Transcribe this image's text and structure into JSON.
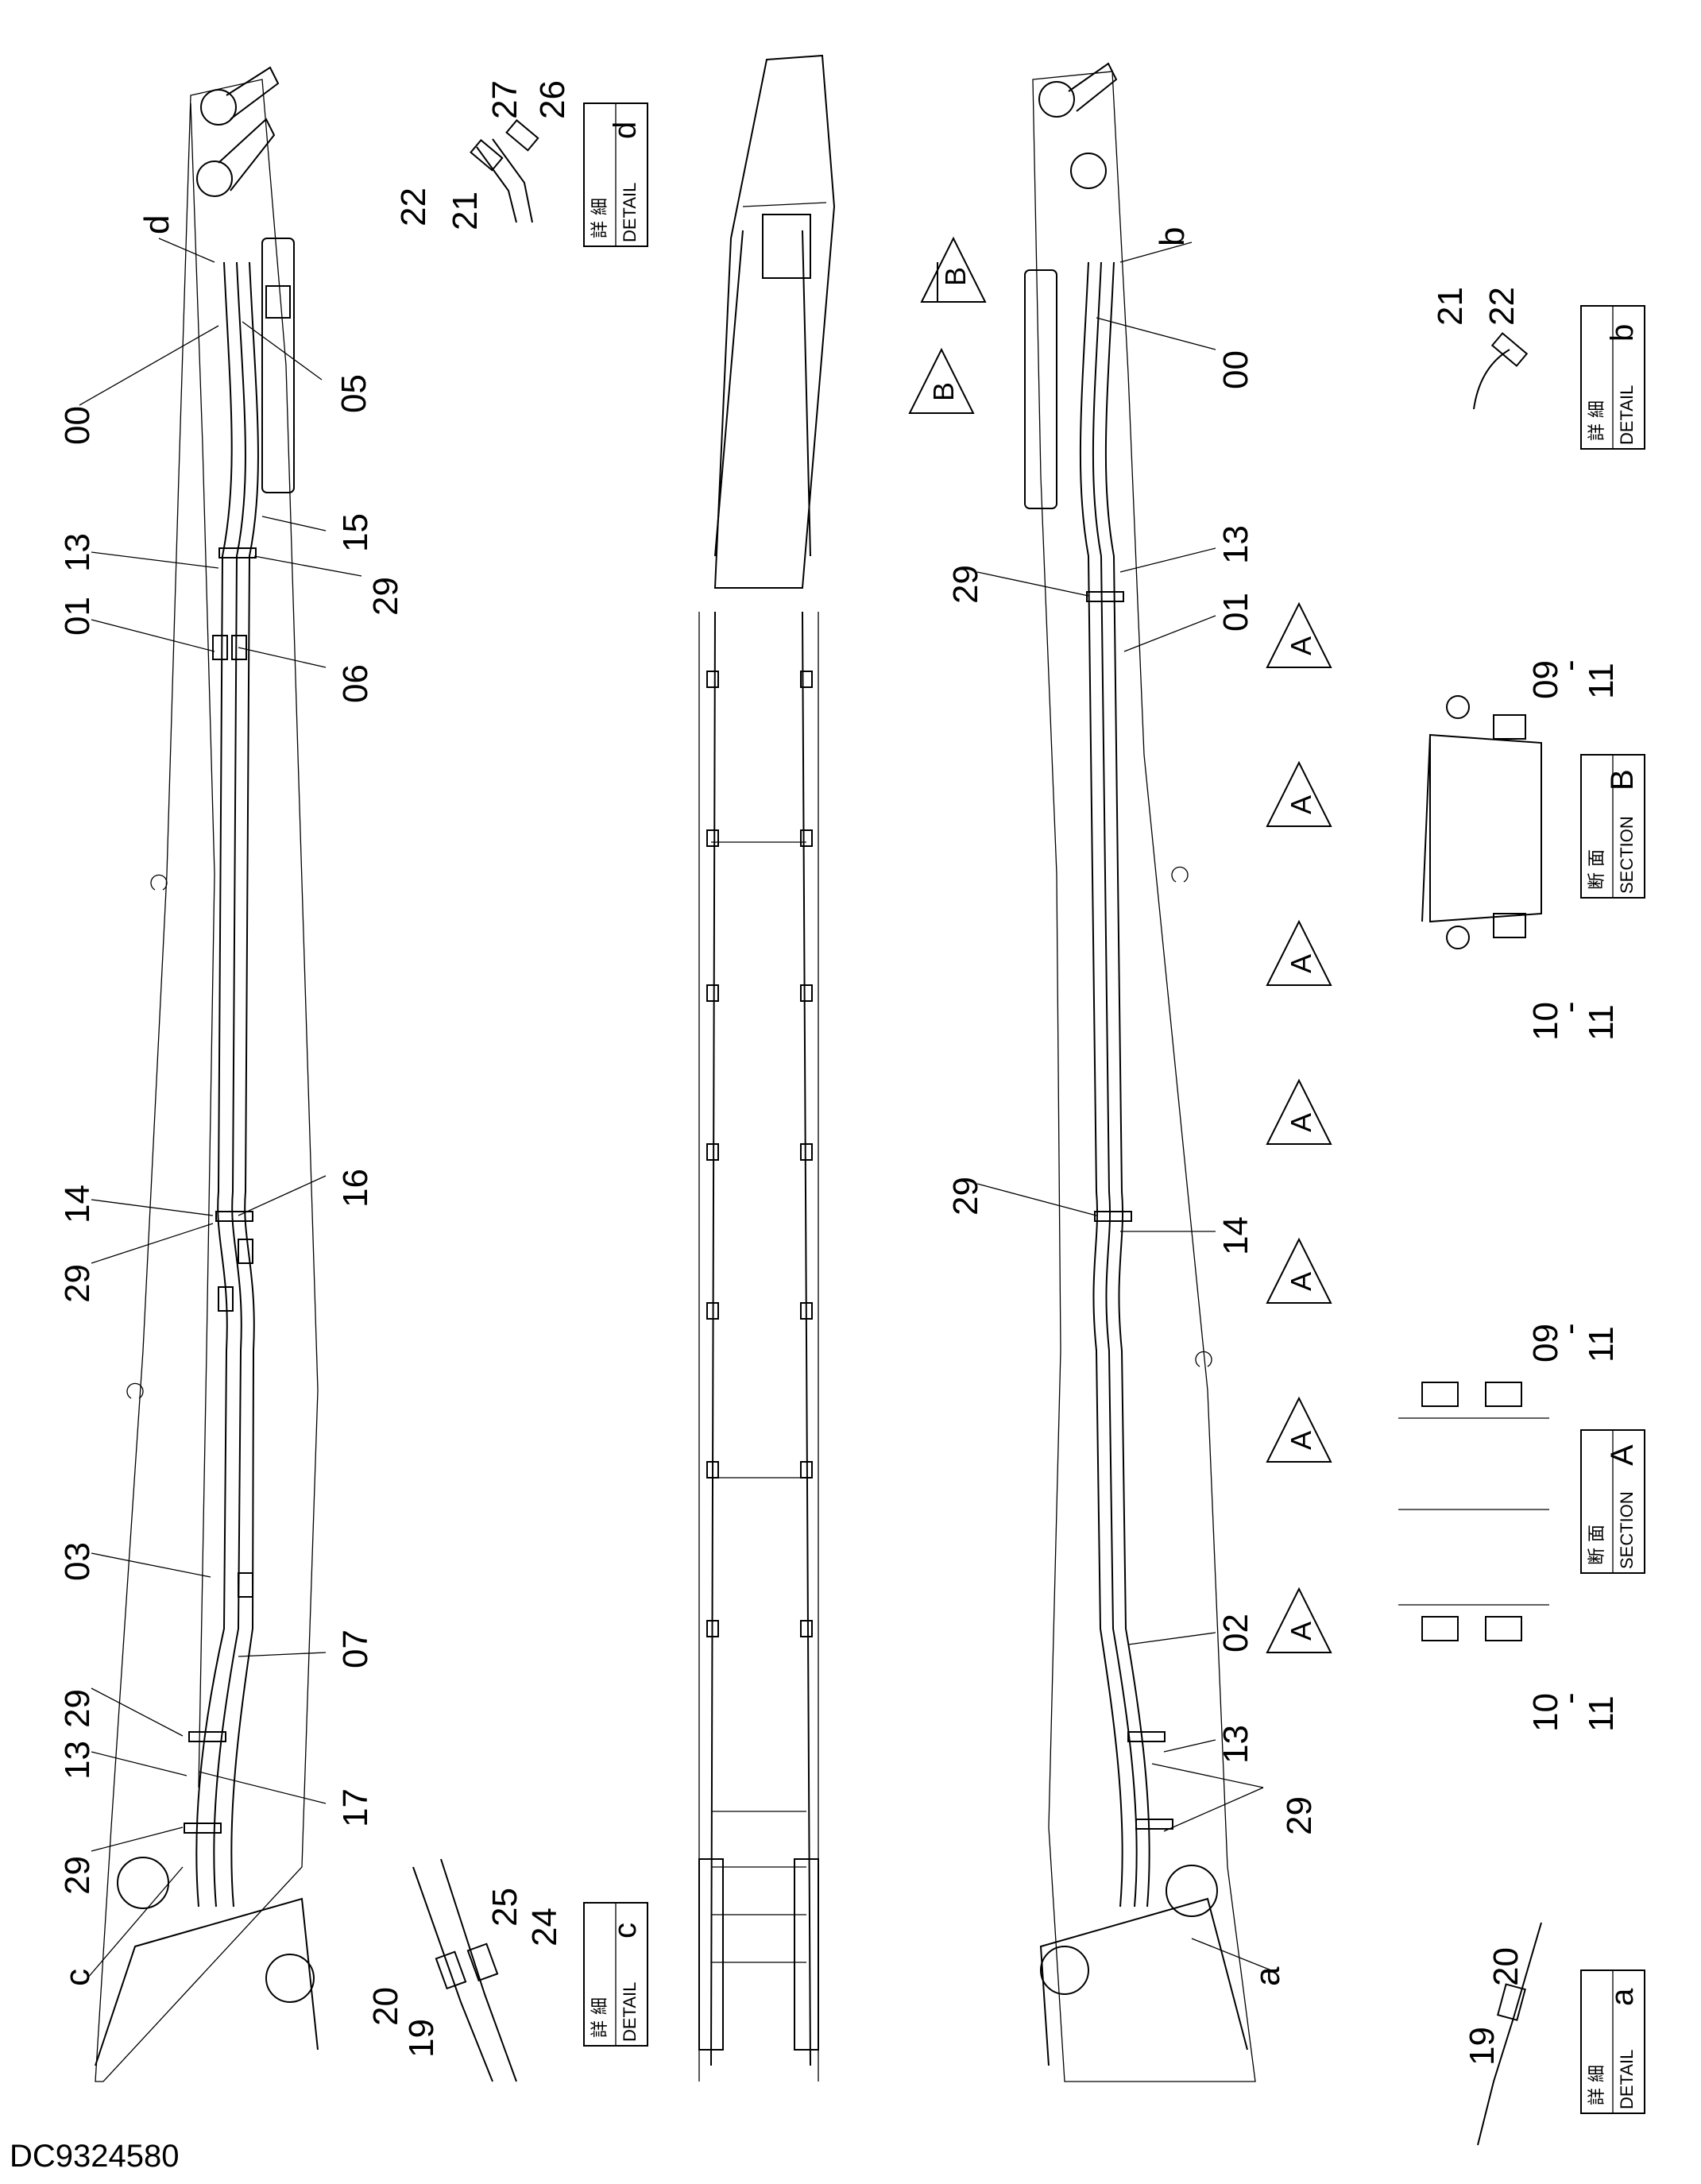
{
  "document_number": "DC9324580",
  "callouts": {
    "c00_left": "00",
    "c05": "05",
    "c13_top_left": "13",
    "c15": "15",
    "c29_top_left": "29",
    "c01_left": "01",
    "c06": "06",
    "c14_left": "14",
    "c16": "16",
    "c29_mid_left": "29",
    "c03": "03",
    "c07": "07",
    "c29_bot_left_a": "29",
    "c13_bot_left": "13",
    "c17": "17",
    "c29_bot_left_b": "29",
    "c_left": "c",
    "d_left": "d",
    "c00_right": "00",
    "b_right": "b",
    "c13_top_right": "13",
    "c29_top_right": "29",
    "c01_right": "01",
    "c29_mid_right": "29",
    "c14_right": "14",
    "c02": "02",
    "c13_bot_right": "13",
    "c29_bot_right": "29",
    "a_right": "a"
  },
  "detail_d": {
    "kanji": "詳 細",
    "word": "DETAIL",
    "letter": "d",
    "parts": [
      "22",
      "21",
      "27",
      "26"
    ]
  },
  "detail_b": {
    "kanji": "詳 細",
    "word": "DETAIL",
    "letter": "b",
    "parts": [
      "21",
      "22"
    ]
  },
  "detail_c": {
    "kanji": "詳 細",
    "word": "DETAIL",
    "letter": "c",
    "parts": [
      "20",
      "19",
      "25",
      "24"
    ]
  },
  "detail_a": {
    "kanji": "詳 細",
    "word": "DETAIL",
    "letter": "a",
    "parts": [
      "19",
      "20"
    ]
  },
  "section_b": {
    "kanji": "断 面",
    "word": "SECTION",
    "letter": "B",
    "parts": [
      "09",
      "-",
      "11",
      "10",
      "-",
      "11"
    ]
  },
  "section_a": {
    "kanji": "断 面",
    "word": "SECTION",
    "letter": "A",
    "parts": [
      "09",
      "-",
      "11",
      "10",
      "-",
      "11"
    ]
  },
  "section_arrows": {
    "b_label": "B",
    "a_label": "A"
  }
}
